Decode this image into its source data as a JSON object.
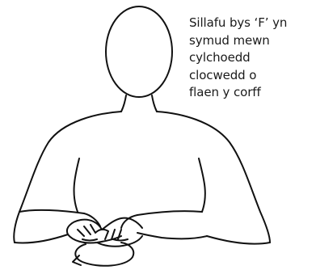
{
  "caption": {
    "lines": [
      "Sillafu bys ‘F’ yn",
      "symud mewn",
      "cylchoedd",
      "clocwedd o",
      "flaen y corff"
    ]
  },
  "figure": {
    "stroke_color": "#111111",
    "fill_color": "#ffffff",
    "motion": "clockwise circle"
  }
}
